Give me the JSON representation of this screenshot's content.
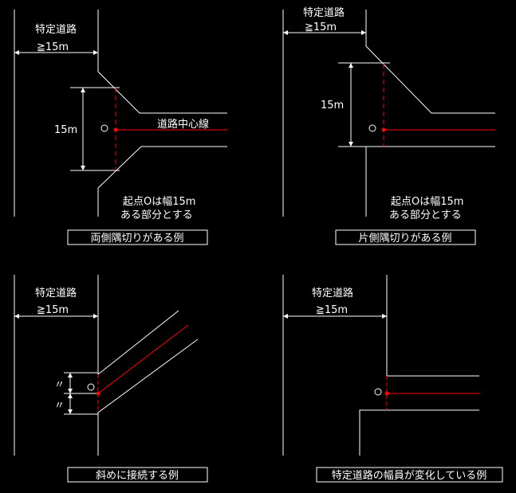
{
  "colors": {
    "background": "#000000",
    "line": "#ffffff",
    "center_line": "#ff0000",
    "point": "#ff0000"
  },
  "panels": [
    {
      "road_label": "特定道路",
      "width_label": "≧15m",
      "dim_label": "15m",
      "origin_label": "O",
      "centerline_label": "道路中心線",
      "note_line1": "起点Oは幅15m",
      "note_line2": "ある部分とする",
      "caption": "両側隅切りがある例"
    },
    {
      "road_label": "特定道路",
      "width_label": "≧15m",
      "dim_label": "15m",
      "origin_label": "O",
      "note_line1": "起点Oは幅15m",
      "note_line2": "ある部分とする",
      "caption": "片側隅切りがある例"
    },
    {
      "road_label": "特定道路",
      "width_label": "≧15m",
      "origin_label": "O",
      "tick_mark_1": "〃",
      "tick_mark_2": "〃",
      "caption": "斜めに接続する例"
    },
    {
      "road_label": "特定道路",
      "width_label": "≧15m",
      "origin_label": "O",
      "caption": "特定道路の幅員が変化している例"
    }
  ]
}
